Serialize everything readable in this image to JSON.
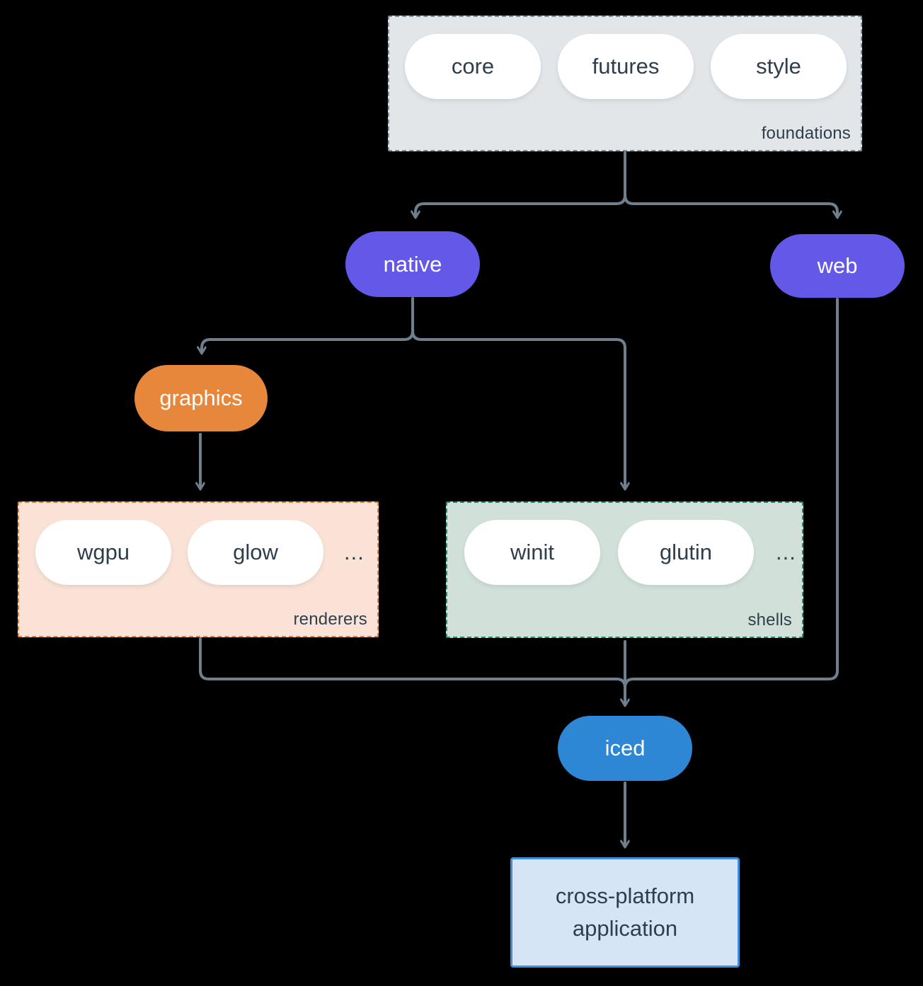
{
  "diagram": {
    "foundations": {
      "label": "foundations",
      "pills": [
        "core",
        "futures",
        "style"
      ]
    },
    "native": {
      "label": "native"
    },
    "web": {
      "label": "web"
    },
    "graphics": {
      "label": "graphics"
    },
    "renderers": {
      "label": "renderers",
      "pills": [
        "wgpu",
        "glow"
      ],
      "more": "..."
    },
    "shells": {
      "label": "shells",
      "pills": [
        "winit",
        "glutin"
      ],
      "more": "..."
    },
    "iced": {
      "label": "iced"
    },
    "app": {
      "line1": "cross-platform",
      "line2": "application"
    }
  },
  "colors": {
    "background": "#000000",
    "edge": "#6e7f8d",
    "text_dark": "#2e3e4c",
    "pill_white": "#ffffff",
    "purple": "#6458e8",
    "orange": "#e6873c",
    "blue": "#2e87d5",
    "foundations_fill": "#e2e6e9",
    "foundations_border": "#7e8e9b",
    "renderers_fill": "#fae3d6",
    "renderers_border": "#e0833a",
    "shells_fill": "#d1e1da",
    "shells_border": "#2e8674",
    "app_fill": "#d5e5f6",
    "app_border": "#3e8ed9"
  }
}
